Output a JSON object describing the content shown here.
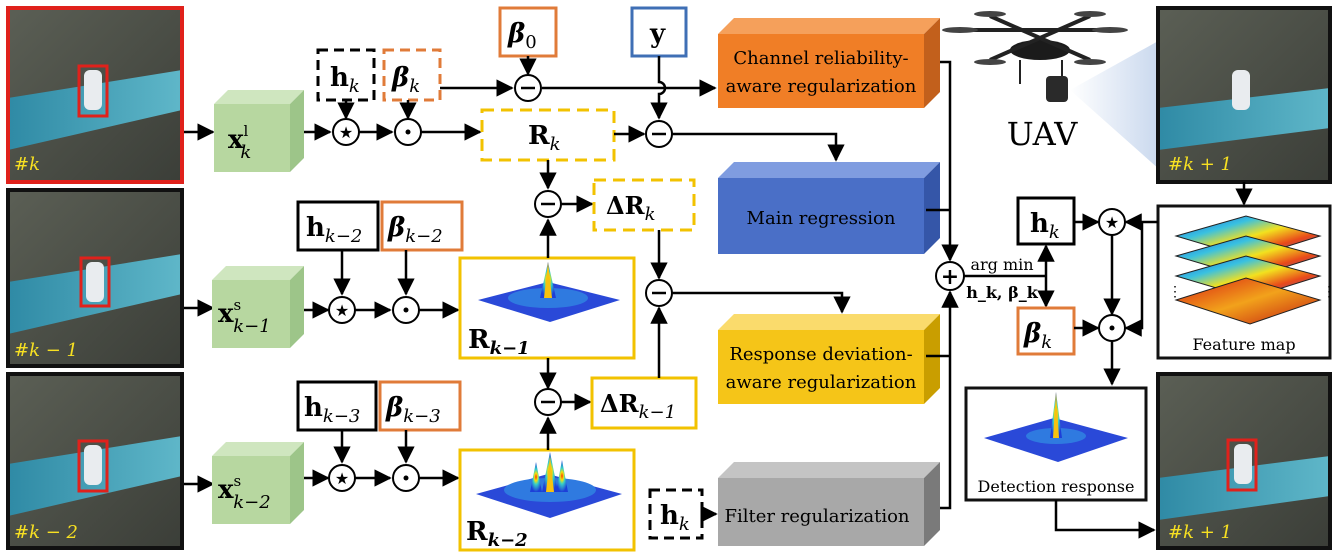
{
  "frames": {
    "k": {
      "label": "#k"
    },
    "k1": {
      "label": "#k − 1"
    },
    "k2": {
      "label": "#k − 2"
    },
    "next": {
      "label": "#k + 1"
    },
    "next2": {
      "label": "#k + 1"
    }
  },
  "features": {
    "xl_k": {
      "base": "x",
      "sup": "l",
      "sub": "k"
    },
    "xs_k1": {
      "base": "x",
      "sup": "s",
      "sub": "k−1"
    },
    "xs_k2": {
      "base": "x",
      "sup": "s",
      "sub": "k−2"
    }
  },
  "params": {
    "h_k": {
      "base": "h",
      "sub": "k"
    },
    "beta_k": {
      "base": "β",
      "sub": "k"
    },
    "beta_0": {
      "base": "β",
      "sub": "0"
    },
    "y": {
      "base": "y"
    },
    "h_k2": {
      "base": "h",
      "sub": "k−2"
    },
    "beta_k2": {
      "base": "β",
      "sub": "k−2"
    },
    "h_k3": {
      "base": "h",
      "sub": "k−3"
    },
    "beta_k3": {
      "base": "β",
      "sub": "k−3"
    },
    "h_k_filter": {
      "base": "h",
      "sub": "k"
    },
    "h_k_right": {
      "base": "h",
      "sub": "k"
    },
    "beta_k_right": {
      "base": "β",
      "sub": "k"
    }
  },
  "responses": {
    "R_k": {
      "base": "R",
      "sub": "k"
    },
    "R_k1": {
      "base": "R",
      "sub": "k−1"
    },
    "R_k2": {
      "base": "R",
      "sub": "k−2"
    },
    "dR_k": {
      "base": "ΔR",
      "sub": "k"
    },
    "dR_k1": {
      "base": "ΔR",
      "sub": "k−1"
    }
  },
  "operators": {
    "conv": "★",
    "dot": "⊙",
    "minus": "−",
    "plus": "+"
  },
  "regularizations": {
    "channel": {
      "line1": "Channel reliability-",
      "line2": "aware regularization",
      "color": "#f07e26"
    },
    "main": {
      "line1": "Main regression",
      "color": "#4a6fc7"
    },
    "response": {
      "line1": "Response deviation-",
      "line2": "aware regularization",
      "color": "#f5c518"
    },
    "filter": {
      "line1": "Filter regularization",
      "color": "#9a9a9a"
    }
  },
  "argmin": {
    "line1": "arg min",
    "line2": "h_k, β_k"
  },
  "uav_label": "UAV",
  "feature_map_label": "Feature map",
  "detection_label": "Detection response",
  "colors": {
    "red_frame": "#e0211b",
    "orange": "#e07b39",
    "blue": "#3f6fb5",
    "yellow": "#f2c200",
    "green_cube": "#b7d7a0",
    "green_cube_top": "#cfe6bf",
    "green_cube_side": "#9dc589"
  }
}
